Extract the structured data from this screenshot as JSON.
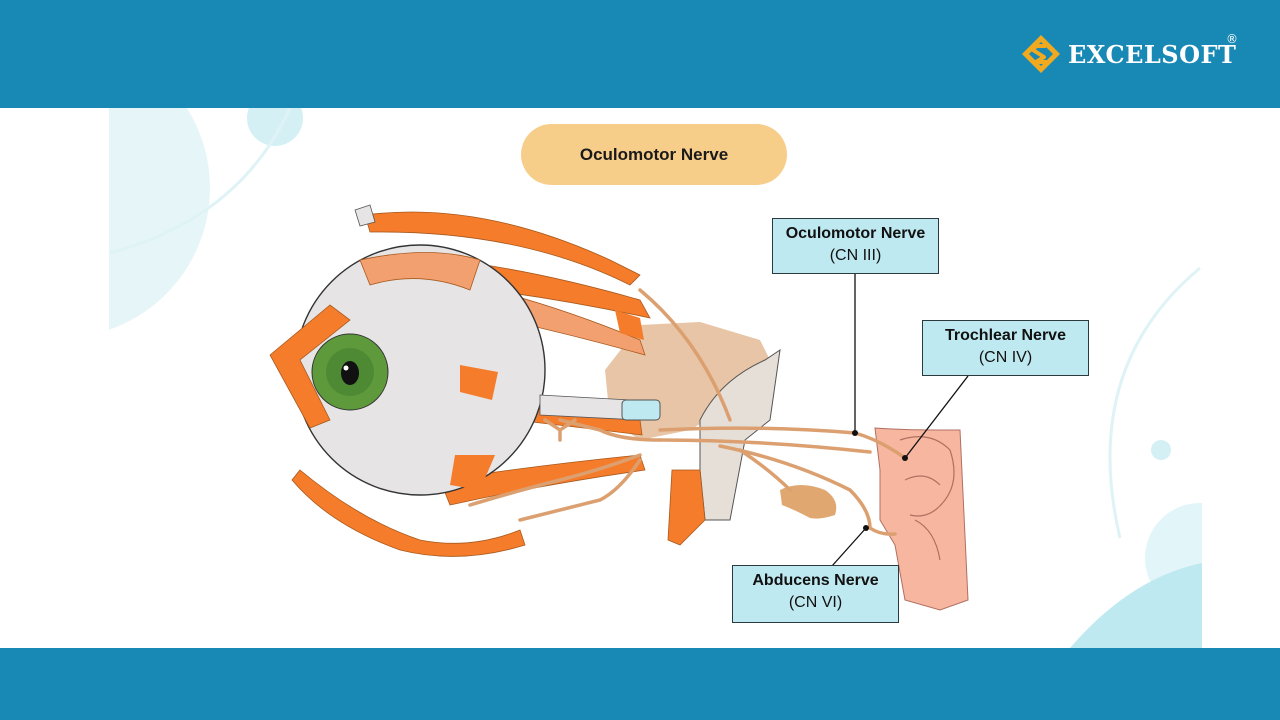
{
  "brand": {
    "name": "EXCELSOFT",
    "mark": "®"
  },
  "title": "Oculomotor Nerve",
  "labels": [
    {
      "name": "Oculomotor Nerve",
      "sub": "(CN III)"
    },
    {
      "name": "Trochlear Nerve",
      "sub": "(CN IV)"
    },
    {
      "name": "Abducens Nerve",
      "sub": "(CN VI)"
    }
  ],
  "colors": {
    "band": "#1888b4",
    "pill": "#f7cd8a",
    "label_bg": "#bfe9f0",
    "muscle": "#f47c2a",
    "nerve": "#dca070",
    "brainstem": "#f7b6a0",
    "iris": "#5e9a3c",
    "sclera": "#e6e4e4"
  }
}
